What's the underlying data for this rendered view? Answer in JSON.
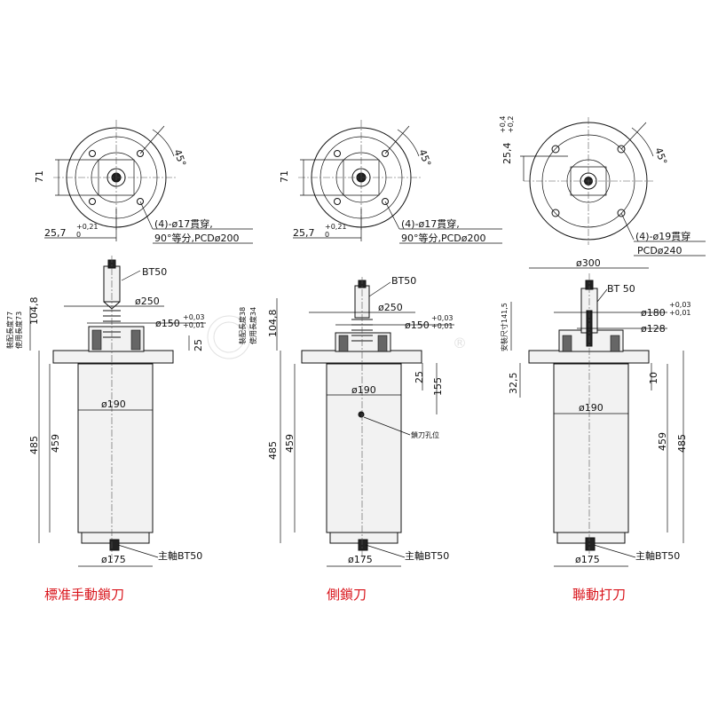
{
  "views": [
    {
      "id": "manual",
      "caption": "標准手動鎖刀",
      "top": {
        "holes_note_line1": "(4)-ø17貫穿,",
        "holes_note_line2": "90°等分,PCDø200",
        "dim_71": "71",
        "dim_offset": "25,7",
        "dim_offset_tol_upper": "+0,21",
        "dim_offset_tol_lower": "0",
        "angle": "45°"
      },
      "side": {
        "toolholder": "BT50",
        "d250": "ø250",
        "d150": "ø150",
        "d150_tol_upper": "+0,03",
        "d150_tol_lower": "+0,01",
        "d190": "ø190",
        "d175": "ø175",
        "h25": "25",
        "h104_8": "104,8",
        "h485": "485",
        "h459": "459",
        "len_mount": "裝配長度77",
        "len_use": "使用長度73",
        "spindle_label": "主軸BT50"
      }
    },
    {
      "id": "side-lock",
      "caption": "側鎖刀",
      "top": {
        "holes_note_line1": "(4)-ø17貫穿,",
        "holes_note_line2": "90°等分,PCDø200",
        "dim_71": "71",
        "dim_offset": "25,7",
        "dim_offset_tol_upper": "+0,21",
        "dim_offset_tol_lower": "0",
        "angle": "45°"
      },
      "side": {
        "toolholder": "BT50",
        "d250": "ø250",
        "d150": "ø150",
        "d150_tol_upper": "+0,03",
        "d150_tol_lower": "+0,01",
        "d190": "ø190",
        "d175": "ø175",
        "h25": "25",
        "h155": "155",
        "h104_8": "104,8",
        "h485": "485",
        "h459": "459",
        "len_mount": "裝配長度38",
        "len_use": "使用長度34",
        "lock_hole": "鎖刀孔位",
        "spindle_label": "主軸BT50"
      }
    },
    {
      "id": "linked",
      "caption": "聯動打刀",
      "top": {
        "holes_note_line1": "(4)-ø19貫穿",
        "holes_note_line2": "PCDø240",
        "dim_25_4": "25,4",
        "dim_25_4_tol_upper": "+0,4",
        "dim_25_4_tol_lower": "+0,2",
        "angle": "45°"
      },
      "side": {
        "toolholder": "BT 50",
        "d300": "ø300",
        "d180": "ø180",
        "d180_tol_upper": "+0,03",
        "d180_tol_lower": "+0,01",
        "d128": "ø128",
        "d190": "ø190",
        "d175": "ø175",
        "h32_5": "32,5",
        "h10": "10",
        "h459": "459",
        "h485": "485",
        "install_size": "安裝尺寸141,5",
        "spindle_label": "主軸BT50"
      }
    }
  ],
  "watermark": "®"
}
